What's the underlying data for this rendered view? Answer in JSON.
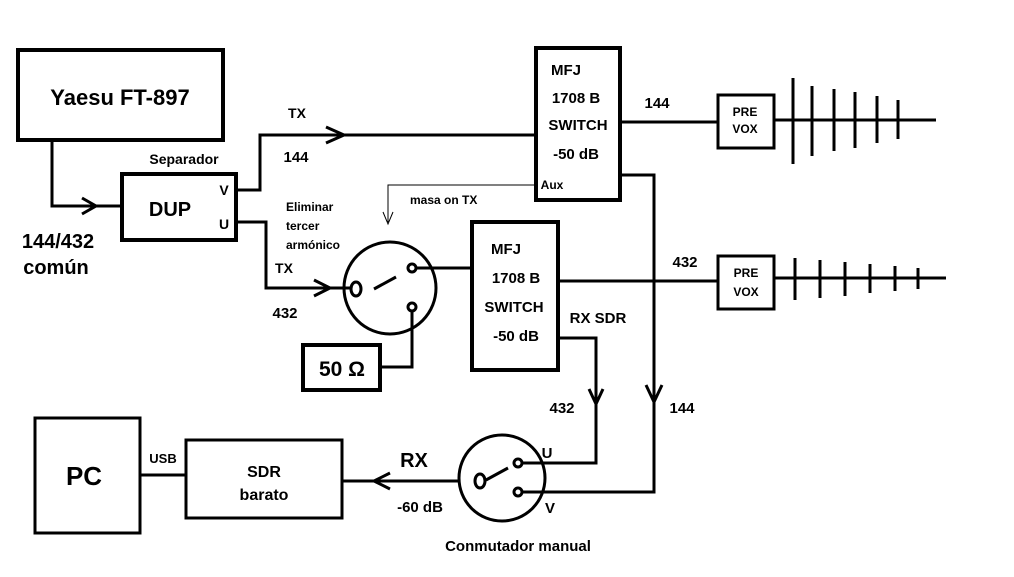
{
  "blocks": {
    "radio": {
      "label": "Yaesu FT-897"
    },
    "separator_title": "Separador",
    "dup": {
      "label": "DUP",
      "port_v": "V",
      "port_u": "U"
    },
    "common_label_line1": "144/432",
    "common_label_line2": "común",
    "mfj_top": {
      "line1": "MFJ",
      "line2": "1708 B",
      "line3": "SWITCH",
      "line4": "-50 dB",
      "aux": "Aux"
    },
    "mfj_bottom": {
      "line1": "MFJ",
      "line2": "1708 B",
      "line3": "SWITCH",
      "line4": "-50 dB"
    },
    "prevox_top": {
      "line1": "PRE",
      "line2": "VOX"
    },
    "prevox_bottom": {
      "line1": "PRE",
      "line2": "VOX"
    },
    "load": {
      "label": "50 Ω"
    },
    "pc": {
      "label": "PC"
    },
    "sdr": {
      "line1": "SDR",
      "line2": "barato"
    },
    "manual_switch_title": "Conmutador manual",
    "manual_switch_u": "U",
    "manual_switch_v": "V"
  },
  "labels": {
    "tx_top": "TX",
    "freq_144_left": "144",
    "freq_144_antenna": "144",
    "tx_bottom": "TX",
    "freq_432_left": "432",
    "freq_432_antenna": "432",
    "harmonic_line1": "Eliminar",
    "harmonic_line2": "tercer",
    "harmonic_line3": "armónico",
    "ground_on_tx": "masa on TX",
    "rx_sdr": "RX SDR",
    "freq_432_down": "432",
    "freq_144_down": "144",
    "usb": "USB",
    "rx": "RX",
    "attenuation": "-60 dB"
  }
}
